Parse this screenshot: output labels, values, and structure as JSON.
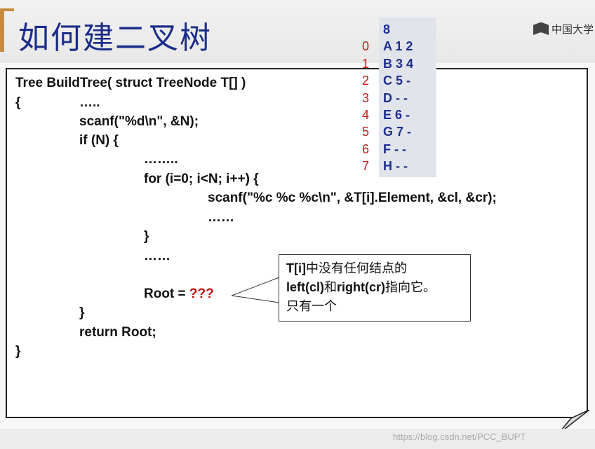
{
  "slide": {
    "title": "如何建二叉树",
    "logo_text": "中国大学"
  },
  "array_panel": {
    "count": "8",
    "indices": [
      "0",
      "1",
      "2",
      "3",
      "4",
      "5",
      "6",
      "7"
    ],
    "rows": [
      "A 1 2",
      "B 3 4",
      "C 5 -",
      "D - -",
      "E 6 -",
      "G 7 -",
      "F - -",
      "H - -"
    ]
  },
  "code": {
    "lines": [
      "Tree BuildTree( struct TreeNode T[] )",
      "{",
      "…..",
      "scanf(\"%d\\n\", &N);",
      "if (N) {",
      "……..",
      "for (i=0; i<N; i++) {",
      "scanf(\"%c %c %c\\n\", &T[i].Element, &cl, &cr);",
      "……",
      "}",
      "……",
      "Root = ",
      "???",
      "}",
      "return Root;",
      "}"
    ]
  },
  "callout": {
    "line1_code": "T[i]",
    "line1_text": "中没有任何结点的",
    "line2_code1": "left(cl)",
    "line2_text1": "和",
    "line2_code2": "right(cr)",
    "line2_text2": "指向它。",
    "line3": "只有一个"
  },
  "footer": {
    "watermark": "https://blog.csdn.net/PCC_BUPT"
  }
}
